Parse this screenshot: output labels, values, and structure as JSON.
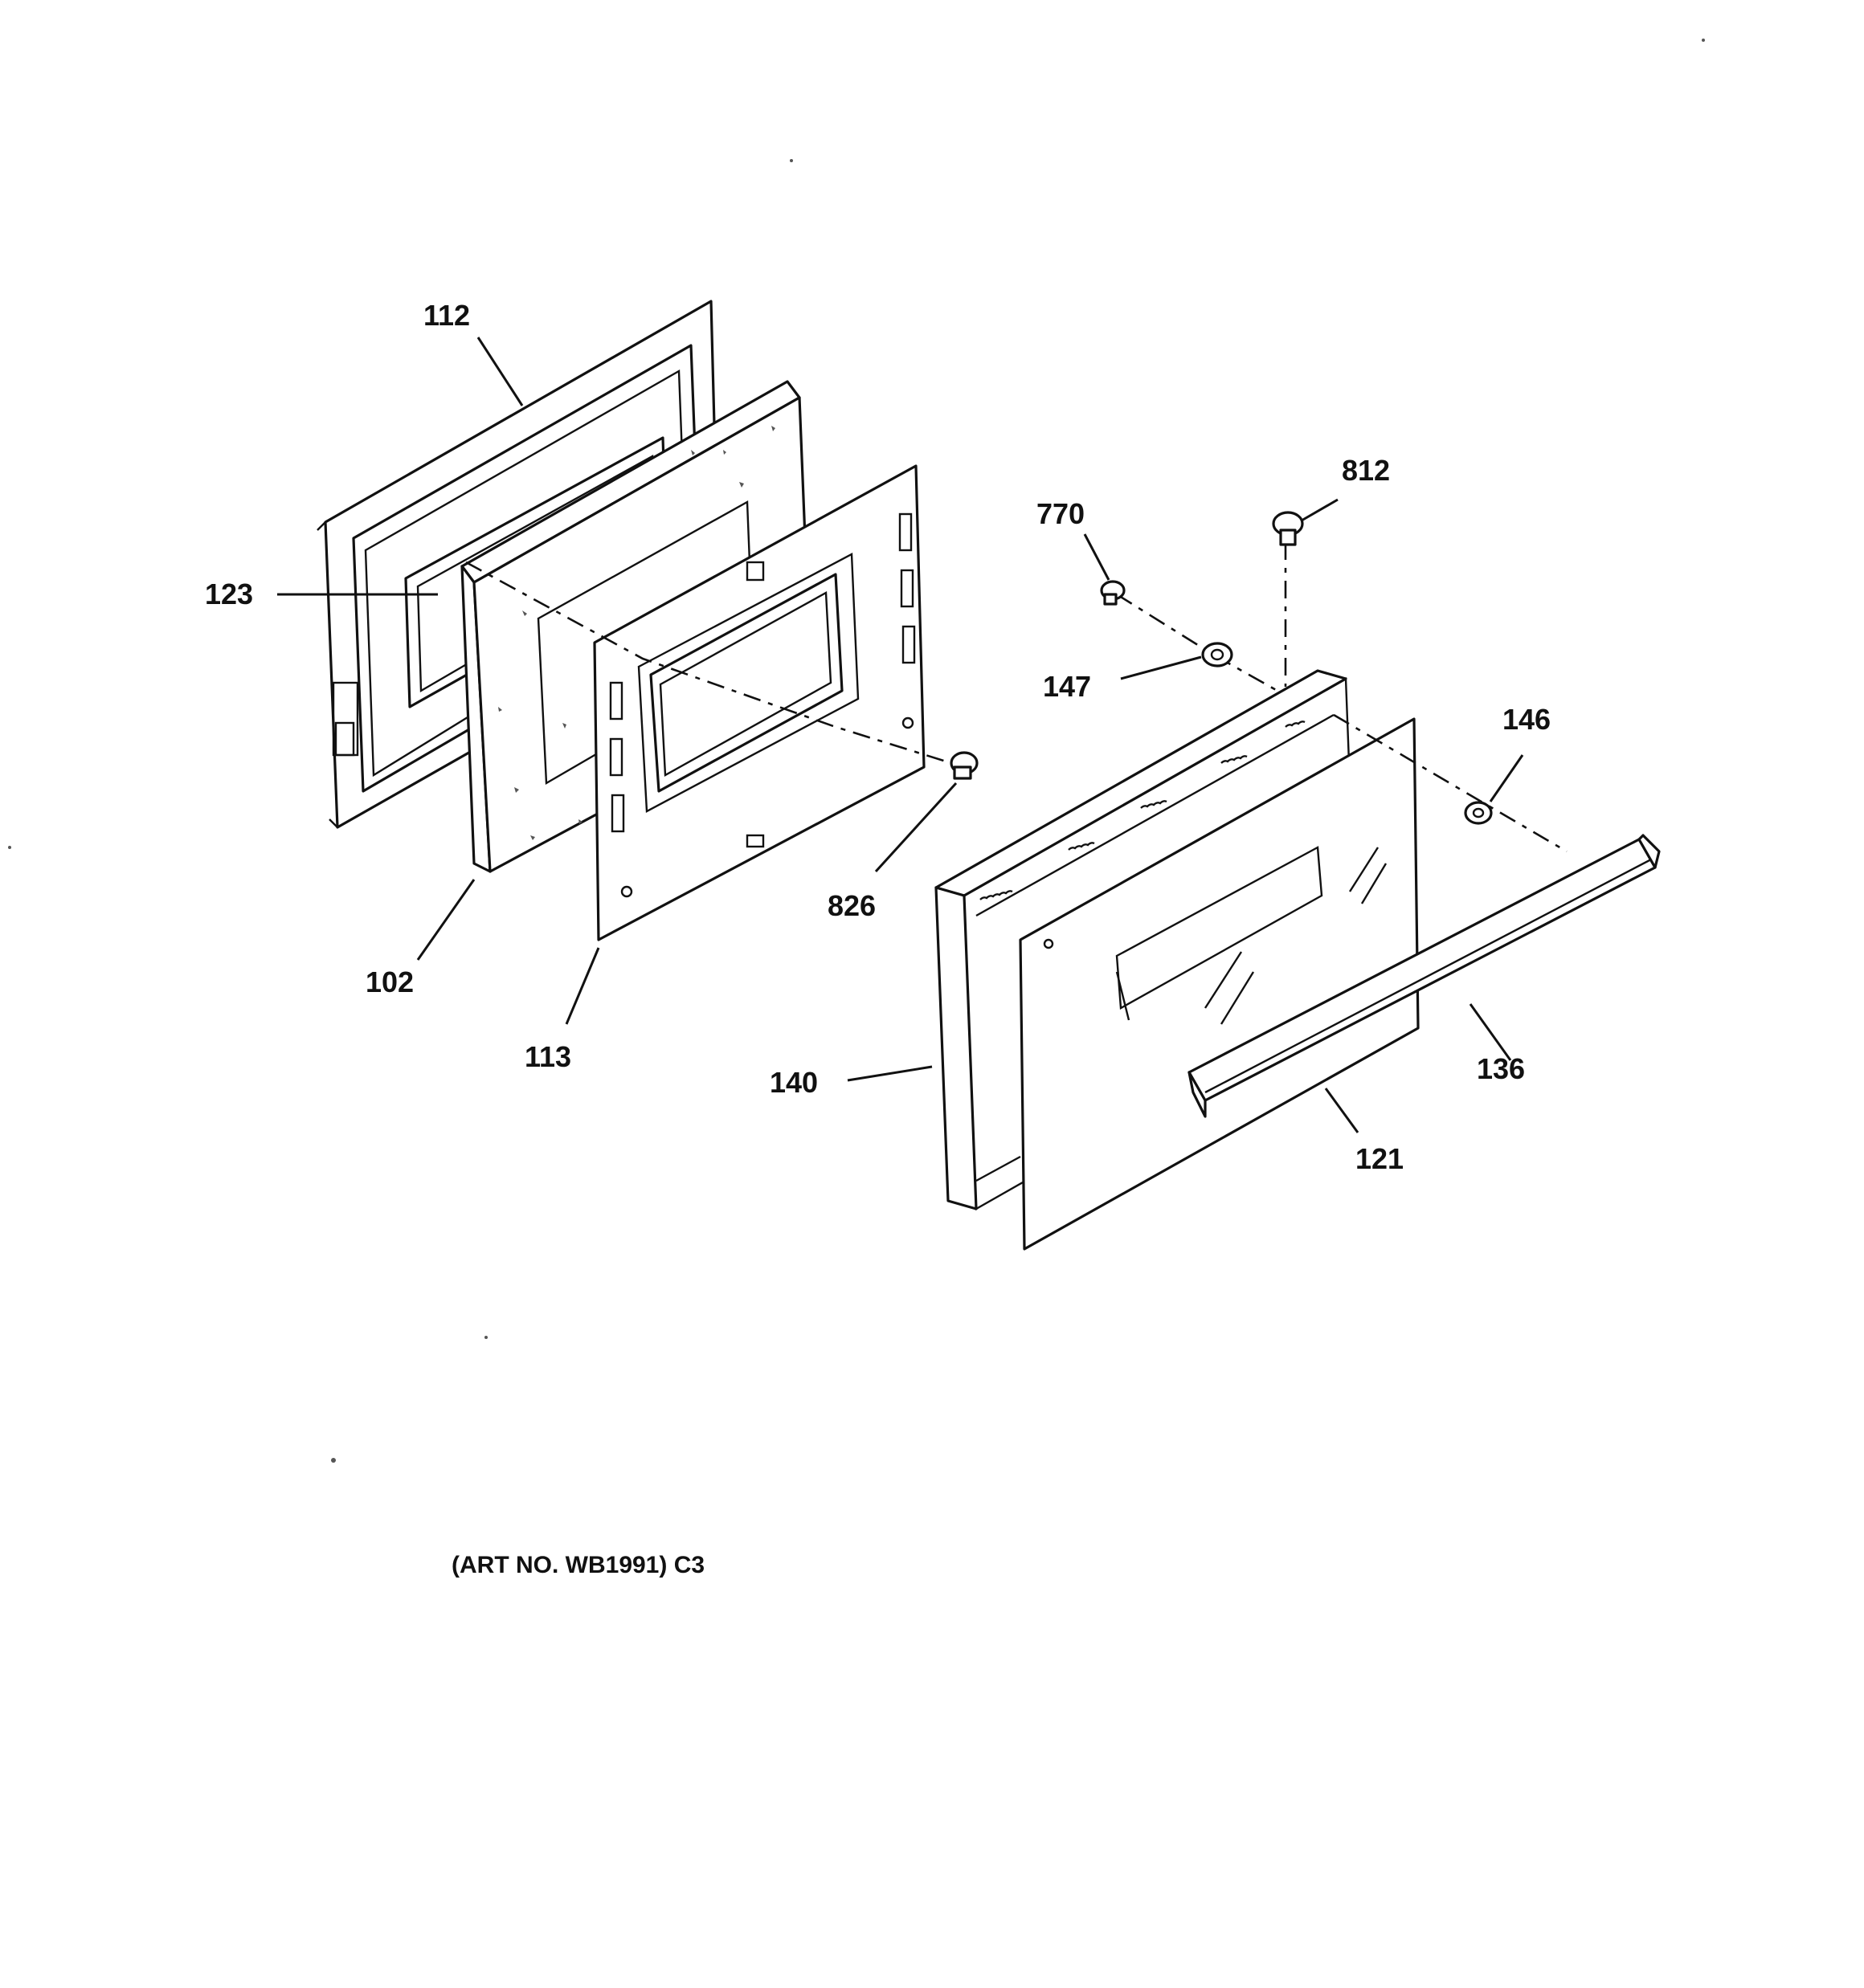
{
  "callouts": {
    "c112": "112",
    "c123": "123",
    "c102": "102",
    "c113": "113",
    "c826": "826",
    "c770": "770",
    "c812": "812",
    "c147": "147",
    "c146": "146",
    "c140": "140",
    "c136": "136",
    "c121": "121"
  },
  "footer": {
    "art_number": "(ART NO. WB1991) C3"
  },
  "colors": {
    "ink": "#111111",
    "paper": "#ffffff"
  }
}
